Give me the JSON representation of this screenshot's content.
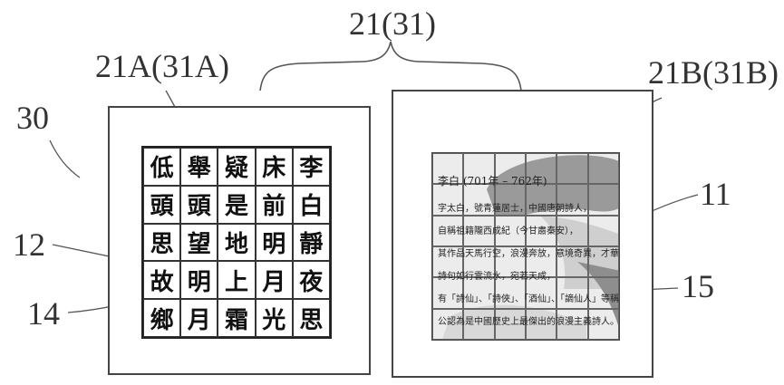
{
  "labels": {
    "group": "21(31)",
    "left_image": "21A(31A)",
    "right_image": "21B(31B)",
    "frame": "30",
    "left_region": "12",
    "grid_unit": "14",
    "right_region": "11",
    "segment": "15"
  },
  "poem_grid": [
    [
      "低",
      "舉",
      "疑",
      "床",
      "李"
    ],
    [
      "頭",
      "頭",
      "是",
      "前",
      "白"
    ],
    [
      "思",
      "望",
      "地",
      "明",
      "靜"
    ],
    [
      "故",
      "明",
      "上",
      "月",
      "夜"
    ],
    [
      "鄉",
      "月",
      "霜",
      "光",
      "思"
    ]
  ],
  "photo_text": {
    "title": "李白 (701年 – 762年)",
    "lines": [
      "字太白，號青蓮居士，中國唐朝詩人，",
      "自稱祖籍隴西成紀（今甘肅秦安），",
      "其作品天馬行空，浪漫奔放，意境奇異，才華橫溢；",
      "詩句如行雲流水，宛若天成，",
      "有「詩仙」、「詩俠」、「酒仙」、「謫仙人」等稱呼，",
      "公認為是中國歷史上最傑出的浪漫主義詩人。"
    ]
  },
  "colors": {
    "line": "#444444",
    "figure": "#9a9a9a"
  }
}
